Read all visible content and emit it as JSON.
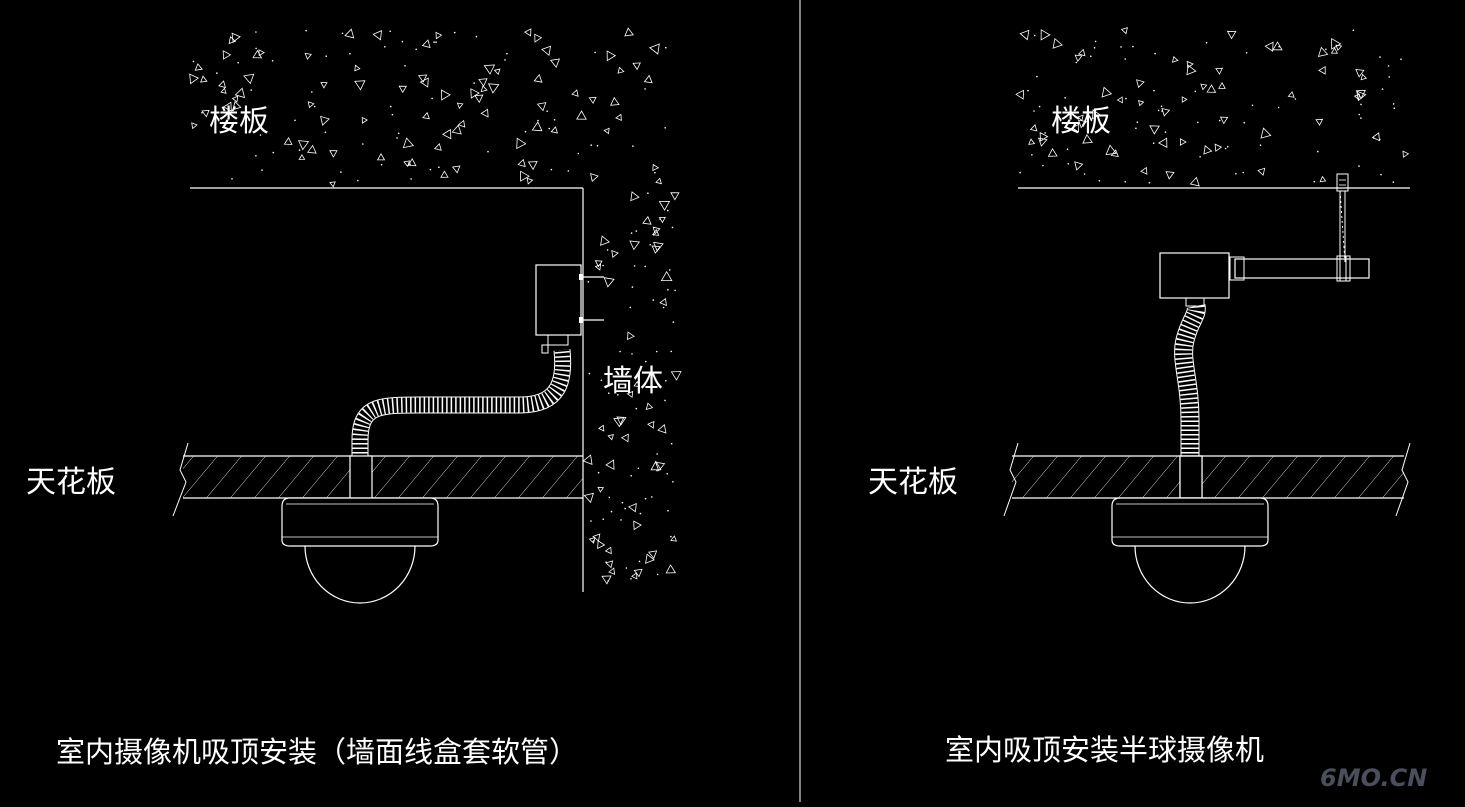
{
  "colors": {
    "background": "#000000",
    "lines": "#ffffff",
    "divider": "#ffffff",
    "watermark": "#4a4f5c"
  },
  "left_detail": {
    "label_floor_slab": "楼板",
    "label_wall": "墙体",
    "label_ceiling": "天花板",
    "caption": "室内摄像机吸顶安装（墙面线盒套软管）"
  },
  "right_detail": {
    "label_floor_slab": "楼板",
    "label_ceiling": "天花板",
    "caption": "室内吸顶安装半球摄像机"
  },
  "watermark": {
    "text": "6MO.CN"
  }
}
